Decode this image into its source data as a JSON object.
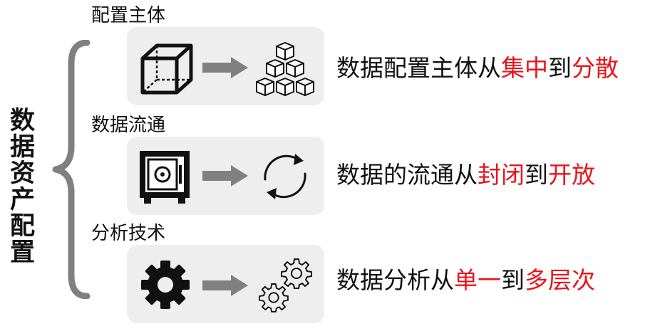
{
  "title": "数据资产配置",
  "colors": {
    "highlight": "#e8141c",
    "card": "#eeeeee",
    "brace": "#808080",
    "arrow": "#808080"
  },
  "sections": [
    {
      "label": "配置主体",
      "from_icon": "cube-icon",
      "to_icon": "distributed-cubes-icon",
      "desc": {
        "p1": "数据配置主体从",
        "h1": "集中",
        "p2": "到",
        "h2": "分散"
      }
    },
    {
      "label": "数据流通",
      "from_icon": "safe-icon",
      "to_icon": "circular-arrows-icon",
      "desc": {
        "p1": "数据的流通从",
        "h1": "封闭",
        "p2": "到",
        "h2": "开放"
      }
    },
    {
      "label": "分析技术",
      "from_icon": "gear-icon",
      "to_icon": "two-gears-icon",
      "desc": {
        "p1": "数据分析从",
        "h1": "单一",
        "p2": "到",
        "h2": "多层次"
      }
    }
  ]
}
